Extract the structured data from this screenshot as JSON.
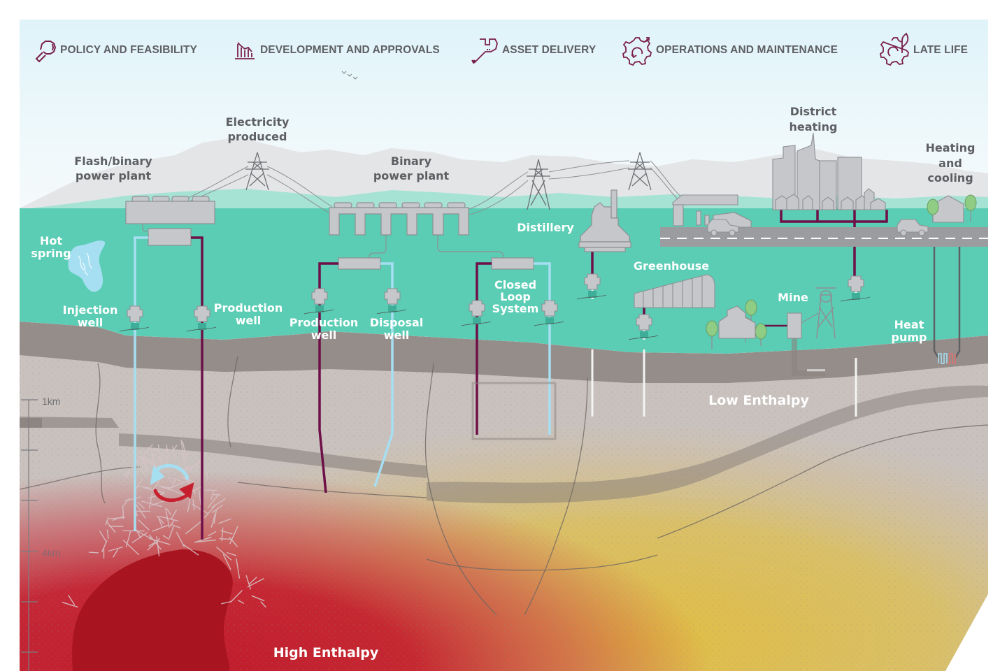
{
  "stages": [
    {
      "label": "POLICY AND FEASIBILITY",
      "icon": "magnifier-icon"
    },
    {
      "label": "DEVELOPMENT AND APPROVALS",
      "icon": "bar-chart-icon"
    },
    {
      "label": "ASSET DELIVERY",
      "icon": "wrench-icon"
    },
    {
      "label": "OPERATIONS AND MAINTENANCE",
      "icon": "gear-cycle-icon"
    },
    {
      "label": "LATE LIFE",
      "icon": "gear-leaf-icon"
    }
  ],
  "colors": {
    "accent": "#7a1f4b",
    "label_dark": "#5d5f63",
    "surface_green": "#5bcdb4",
    "sky": "#e0f4f9",
    "hot_pipe": "#6e0f48",
    "cold_pipe": "#a7dff2",
    "high_enthalpy": "#c41e2e",
    "low_enthalpy": "#e2bf48",
    "structure_grey": "#c6c7ca"
  },
  "labels": {
    "electricity": [
      "Electricity",
      "produced"
    ],
    "flash_plant": [
      "Flash/binary",
      "power plant"
    ],
    "binary_plant": [
      "Binary",
      "power plant"
    ],
    "district_heating": [
      "District",
      "heating"
    ],
    "heating_cooling": [
      "Heating",
      "and",
      "cooling"
    ],
    "hot_spring": [
      "Hot",
      "spring"
    ],
    "injection_well": [
      "Injection",
      "well"
    ],
    "production_well_1": [
      "Production",
      "well"
    ],
    "production_well_2": [
      "Production",
      "well"
    ],
    "disposal_well": [
      "Disposal",
      "well"
    ],
    "closed_loop": [
      "Closed",
      "Loop",
      "System"
    ],
    "distillery": "Distillery",
    "greenhouse": "Greenhouse",
    "mine": "Mine",
    "heat_pump": [
      "Heat",
      "pump"
    ],
    "low_enthalpy": "Low Enthalpy",
    "high_enthalpy": "High Enthalpy"
  },
  "depth_scale": {
    "ticks": [
      "1km",
      "4km"
    ]
  }
}
